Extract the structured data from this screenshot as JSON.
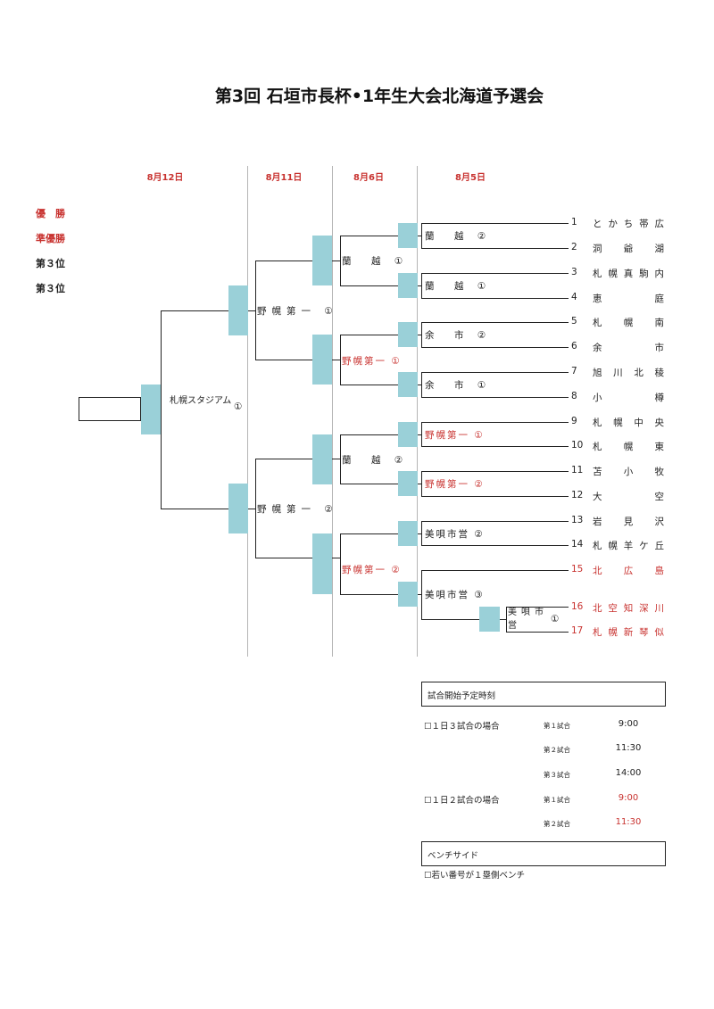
{
  "title": "第3回 石垣市長杯•1年生大会北海道予選会",
  "dates": [
    "8月12日",
    "8月11日",
    "8月6日",
    "8月5日"
  ],
  "ranks": [
    {
      "label": "優　勝",
      "color": "#c8322f"
    },
    {
      "label": "準優勝",
      "color": "#c8322f"
    },
    {
      "label": "第３位",
      "color": "#222222"
    },
    {
      "label": "第３位",
      "color": "#222222"
    }
  ],
  "teams": [
    {
      "num": "1",
      "name": "とかち帯広",
      "color": "#222222"
    },
    {
      "num": "2",
      "name": "洞爺湖",
      "color": "#222222"
    },
    {
      "num": "3",
      "name": "札幌真駒内",
      "color": "#222222"
    },
    {
      "num": "4",
      "name": "恵庭",
      "color": "#222222"
    },
    {
      "num": "5",
      "name": "札幌南",
      "color": "#222222"
    },
    {
      "num": "6",
      "name": "余市",
      "color": "#222222"
    },
    {
      "num": "7",
      "name": "旭川北稜",
      "color": "#222222"
    },
    {
      "num": "8",
      "name": "小樽",
      "color": "#222222"
    },
    {
      "num": "9",
      "name": "札幌中央",
      "color": "#222222"
    },
    {
      "num": "10",
      "name": "札幌東",
      "color": "#222222"
    },
    {
      "num": "11",
      "name": "苫小牧",
      "color": "#222222"
    },
    {
      "num": "12",
      "name": "大空",
      "color": "#222222"
    },
    {
      "num": "13",
      "name": "岩見沢",
      "color": "#222222"
    },
    {
      "num": "14",
      "name": "札幌羊ケ丘",
      "color": "#222222"
    },
    {
      "num": "15",
      "name": "北広島",
      "color": "#c8322f"
    },
    {
      "num": "16",
      "name": "北空知深川",
      "color": "#c8322f"
    },
    {
      "num": "17",
      "name": "札幌新琴似",
      "color": "#c8322f"
    }
  ],
  "results": {
    "r1": [
      {
        "text": "蘭　越 ②",
        "color": "#222222"
      },
      {
        "text": "蘭　越 ①",
        "color": "#222222"
      },
      {
        "text": "余　市 ②",
        "color": "#222222"
      },
      {
        "text": "余　市 ①",
        "color": "#222222"
      },
      {
        "text": "野幌第一 ①",
        "color": "#c8322f"
      },
      {
        "text": "野幌第一 ②",
        "color": "#c8322f"
      },
      {
        "text": "美唄市営 ②",
        "color": "#222222"
      },
      {
        "text": "美唄市営 ③",
        "color": "#222222"
      }
    ],
    "r0": {
      "text": "美唄市営",
      "mark": "①"
    },
    "r2": [
      {
        "text": "蘭　越 ①",
        "color": "#222222"
      },
      {
        "text": "野幌第一 ①",
        "color": "#c8322f"
      },
      {
        "text": "蘭　越 ②",
        "color": "#222222"
      },
      {
        "text": "野幌第一 ②",
        "color": "#c8322f"
      }
    ],
    "r3": [
      {
        "text": "野幌第一 ①",
        "color": "#222222"
      },
      {
        "text": "野幌第一 ②",
        "color": "#222222"
      }
    ],
    "venue": {
      "text": "札幌スタジアム",
      "mark": "①"
    }
  },
  "schedule": {
    "header": "試合開始予定時刻",
    "groups": [
      {
        "label": "☐１日３試合の場合",
        "slots": [
          {
            "game": "第１試合",
            "time": "9:00",
            "color": "#222222"
          },
          {
            "game": "第２試合",
            "time": "11:30",
            "color": "#222222"
          },
          {
            "game": "第３試合",
            "time": "14:00",
            "color": "#222222"
          }
        ]
      },
      {
        "label": "☐１日２試合の場合",
        "slots": [
          {
            "game": "第１試合",
            "time": "9:00",
            "color": "#c8322f"
          },
          {
            "game": "第２試合",
            "time": "11:30",
            "color": "#c8322f"
          }
        ]
      }
    ]
  },
  "bench": {
    "header": "ベンチサイド",
    "note": "☐若い番号が１塁側ベンチ"
  }
}
